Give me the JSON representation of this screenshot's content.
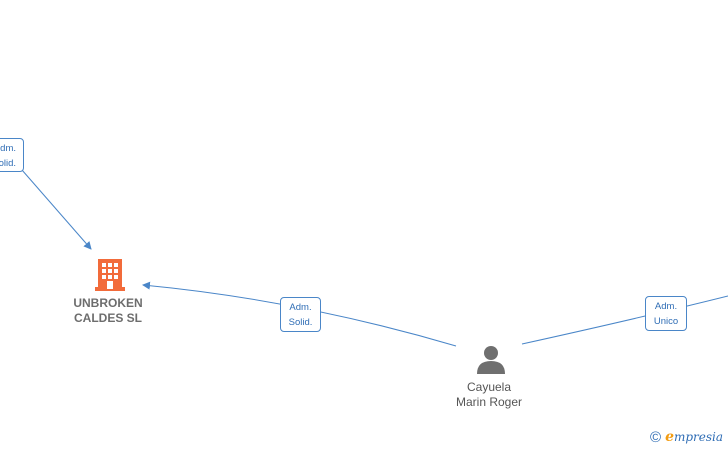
{
  "nodes": {
    "company": {
      "line1": "UNBROKEN",
      "line2": "CALDES  SL",
      "icon": "building-icon",
      "color": "#f26b3a"
    },
    "person": {
      "line1": "Cayuela",
      "line2": "Marin Roger",
      "icon": "person-icon",
      "color": "#6f6f6f"
    }
  },
  "edges": [
    {
      "id": "top-left",
      "line1": "Adm.",
      "line2": "Solid.",
      "shown1": "dm.",
      "shown2": "olid."
    },
    {
      "id": "person-to-company",
      "line1": "Adm.",
      "line2": "Solid."
    },
    {
      "id": "right",
      "line1": "Adm.",
      "line2": "Unico"
    }
  ],
  "brand": {
    "copyright": "©",
    "name_initial": "e",
    "name_rest": "mpresia"
  },
  "colors": {
    "edge": "#4a86c8",
    "label_text": "#2f6db5"
  }
}
